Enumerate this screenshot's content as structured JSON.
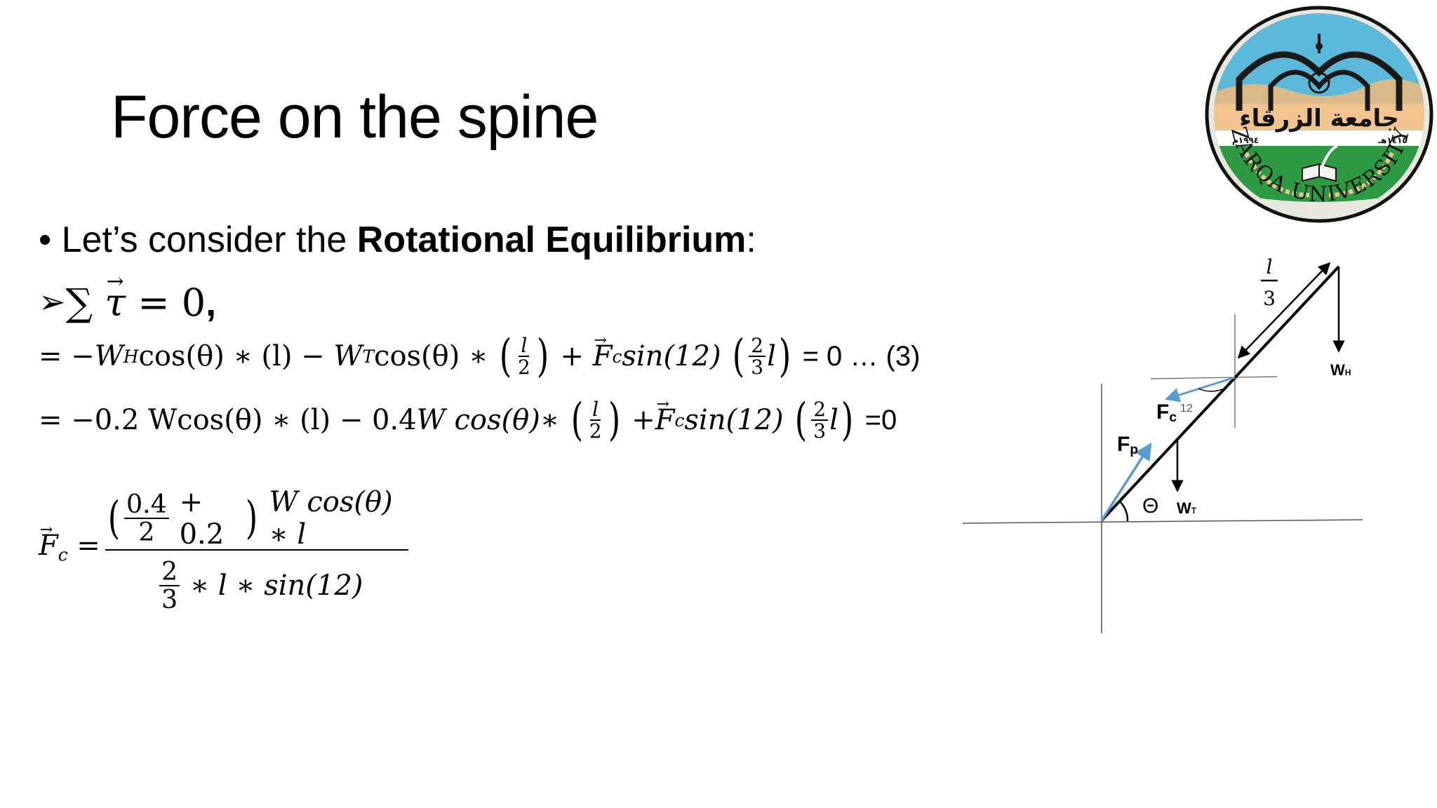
{
  "slide": {
    "title": "Force on the spine",
    "bullet": {
      "marker": "•",
      "prefix": "Let’s consider the ",
      "bold": "Rotational Equilibrium",
      "suffix": ":"
    },
    "torque_sum": {
      "arrow": "➢",
      "expr": "∑",
      "tau": "τ",
      "rest": " = 0",
      "comma": ","
    },
    "equation1": {
      "eq": "= −",
      "WH_main": "W",
      "WH_sub": "H",
      "cos1": "cos(θ) ∗ (l) −",
      "WT_main": "W",
      "WT_sub": "T",
      "cos2": " cos(θ) ∗",
      "frac_l_num": "l",
      "frac_l_den": "2",
      "plus": "+",
      "Fc": "F",
      "Fc_sub": "c",
      "sin": " sin(12)",
      "frac_23_num": "2",
      "frac_23_den": "3",
      "l": "l",
      "result": "= 0 … (3)"
    },
    "equation2": {
      "eq": "= −0.2 Wcos(θ) ∗ (l) − 0.4",
      "wcos": "W cos(θ)",
      "star": " ∗",
      "frac_l_num": "l",
      "frac_l_den": "2",
      "plus": "+",
      "Fc": "F",
      "Fc_sub": "c",
      "sin": " sin(12)",
      "frac_23_num": "2",
      "frac_23_den": "3",
      "l": "l",
      "result": "=0"
    },
    "equation3": {
      "Fc": "F",
      "Fc_sub": "c",
      "eq": "=",
      "num_inner_num": "0.4",
      "num_inner_den": "2",
      "num_plus": "+ 0.2",
      "num_rest": "W cos(θ) ∗ l",
      "den_frac_num": "2",
      "den_frac_den": "3",
      "den_rest": "∗ l ∗ sin(12)"
    }
  },
  "logo": {
    "ring_text": "ZARQA UNIVERSITY",
    "arabic_text": "جامعة الزرقاء",
    "year_left": "١٩٩٤م",
    "year_right": "١٤١٥هـ",
    "colors": {
      "sky": "#5bb8d8",
      "sand": "#f1c48f",
      "grass": "#2d9a43",
      "ring": "#e8e8e0",
      "arch": "#1a1a1a"
    }
  },
  "diagram": {
    "labels": {
      "l_num": "l",
      "l_den": "3",
      "WH": "W",
      "WH_sub": "H",
      "Fc": "F",
      "Fc_sub": "c",
      "angle12": "12",
      "Fp": "F",
      "Fp_sub": "p",
      "theta": "Θ",
      "WT": "W",
      "WT_sub": "T"
    },
    "colors": {
      "force_blue": "#5b9bd5",
      "line": "#000000",
      "axis": "#555555"
    }
  }
}
